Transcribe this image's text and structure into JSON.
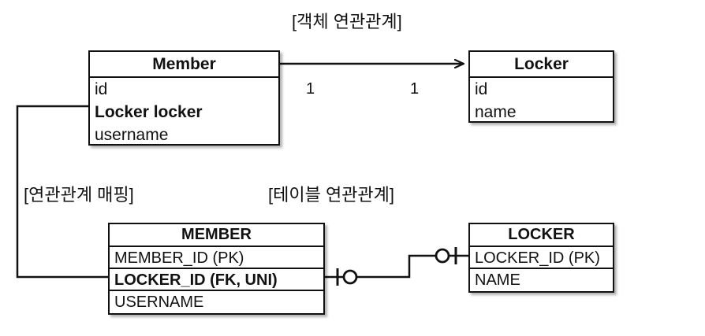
{
  "diagram": {
    "title_object": "[객체 연관관계]",
    "title_table": "[테이블 연관관계]",
    "label_mapping": "[연관관계 매핑]",
    "stroke_color": "#111111",
    "background_color": "#ffffff"
  },
  "object_model": {
    "member": {
      "name": "Member",
      "fields": [
        {
          "text": "id",
          "bold": false
        },
        {
          "text": "Locker locker",
          "bold": true
        },
        {
          "text": "username",
          "bold": false
        }
      ]
    },
    "locker": {
      "name": "Locker",
      "fields": [
        {
          "text": "id",
          "bold": false
        },
        {
          "text": "name",
          "bold": false
        }
      ]
    },
    "association": {
      "source_multiplicity": "1",
      "target_multiplicity": "1",
      "arrow": "open-arrow-right"
    }
  },
  "table_model": {
    "member_table": {
      "name": "MEMBER",
      "columns": [
        {
          "text": "MEMBER_ID (PK)",
          "bold": false
        },
        {
          "text": "LOCKER_ID (FK, UNI)",
          "bold": true
        },
        {
          "text": "USERNAME",
          "bold": false
        }
      ]
    },
    "locker_table": {
      "name": "LOCKER",
      "columns": [
        {
          "text": "LOCKER_ID (PK)",
          "bold": false
        },
        {
          "text": "NAME",
          "bold": false
        }
      ]
    },
    "relationship": {
      "left_notation": "one-and-only-one-optional",
      "right_notation": "one-and-only-one-optional",
      "style": "crows-foot-stepped"
    }
  }
}
